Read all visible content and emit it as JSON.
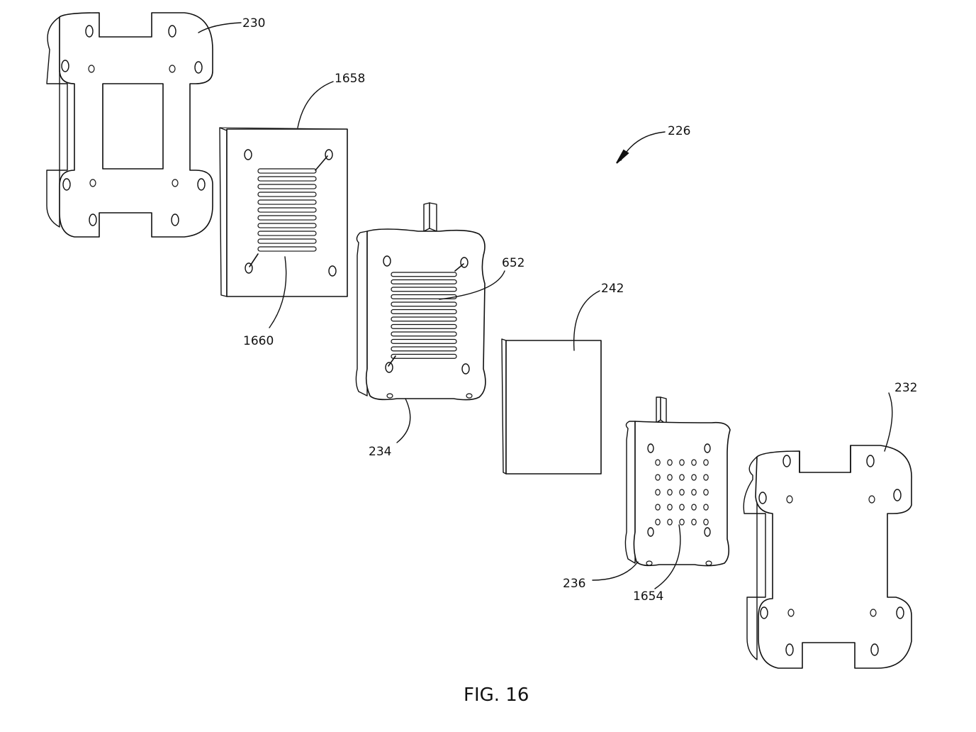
{
  "caption": "FIG. 16",
  "labels": {
    "assembly": "226",
    "end_plate_top": "230",
    "plate_1658": "1658",
    "channels_1660": "1660",
    "bipolar_plate": "234",
    "flow_field": "652",
    "membrane": "242",
    "end_plate_bottom": "232",
    "plate_236": "236",
    "holes_1654": "1654"
  }
}
